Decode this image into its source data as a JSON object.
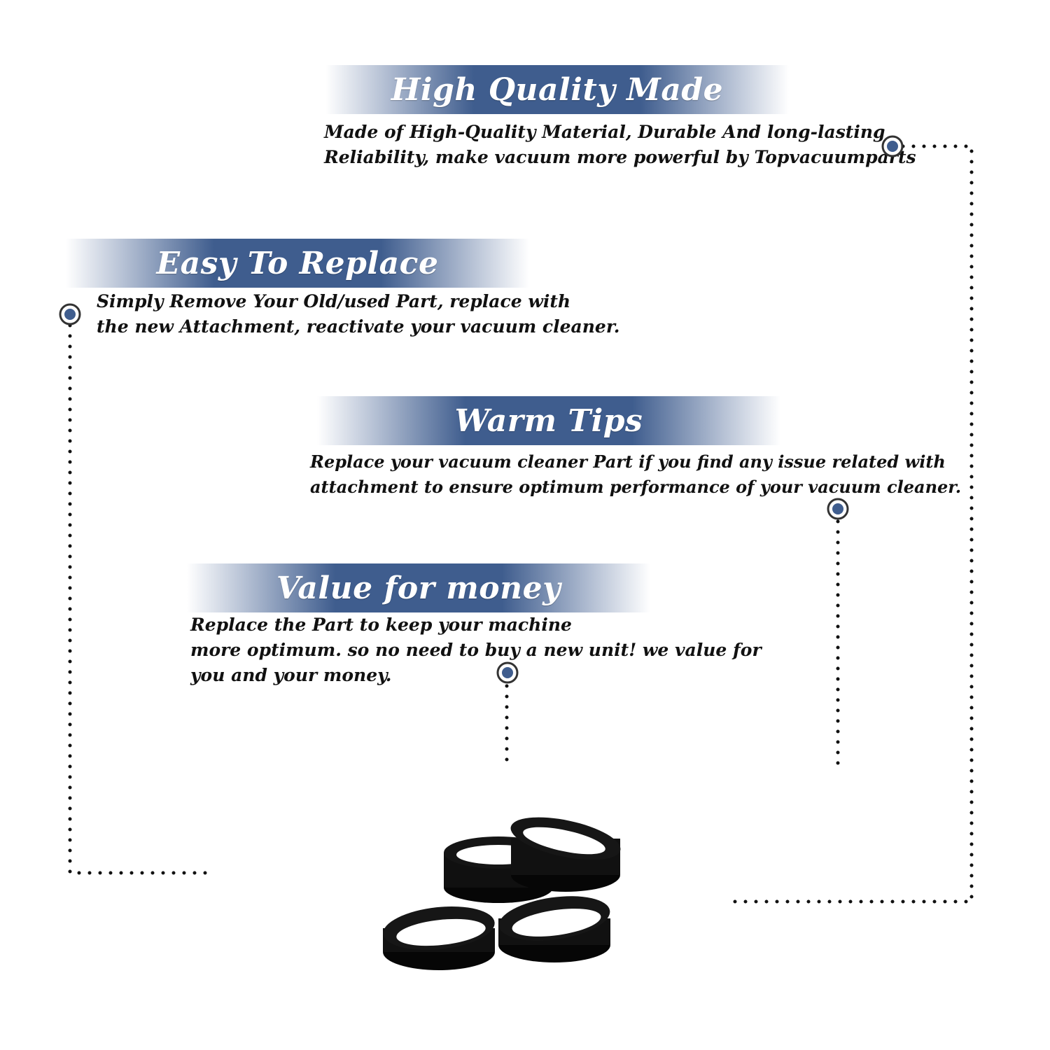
{
  "sections": [
    {
      "title": "High Quality Made",
      "lines": [
        "Made of  High-Quality Material, Durable And long-lasting",
        "Reliability, make vacuum more powerful by Topvacuumparts"
      ]
    },
    {
      "title": "Easy To Replace",
      "lines": [
        "Simply Remove Your Old/used Part, replace with",
        "the new Attachment, reactivate your vacuum cleaner."
      ]
    },
    {
      "title": "Warm Tips",
      "lines": [
        "Replace your vacuum cleaner Part if you find any issue related with",
        " attachment to ensure optimum performance of your vacuum cleaner."
      ]
    },
    {
      "title": "Value for money",
      "lines": [
        "Replace the Part to keep your machine",
        "more optimum. so no need to buy a new unit! we value for",
        "you and your money."
      ]
    }
  ],
  "colors": {
    "banner": "#3f5d8e",
    "marker_fill": "#3f5d8e",
    "dots": "#111111",
    "belts": "#0d0d0d"
  },
  "icons": [
    "connector-marker-icon",
    "vacuum-belts-product-image"
  ]
}
